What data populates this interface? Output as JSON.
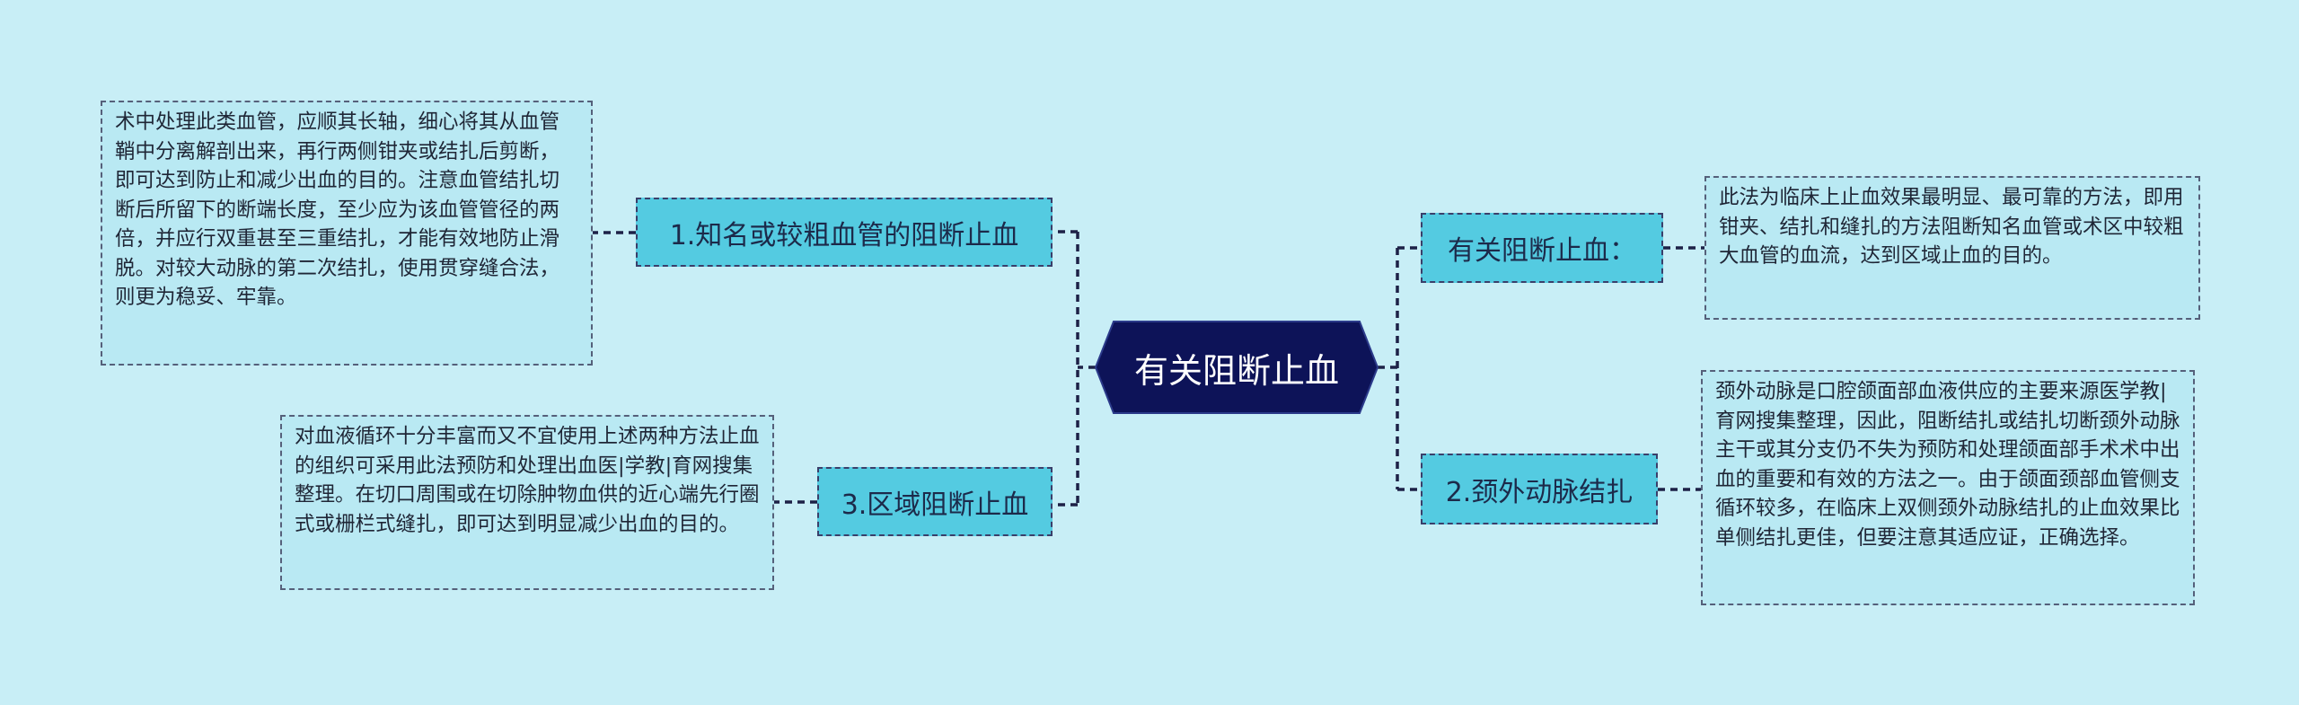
{
  "root": {
    "label": "有关阻断止血"
  },
  "branches": {
    "b1": {
      "label": "1.知名或较粗血管的阻断止血",
      "note": "术中处理此类血管，应顺其长轴，细心将其从血管鞘中分离解剖出来，再行两侧钳夹或结扎后剪断，即可达到防止和减少出血的目的。注意血管结扎切断后所留下的断端长度，至少应为该血管管径的两倍，并应行双重甚至三重结扎，才能有效地防止滑脱。对较大动脉的第二次结扎，使用贯穿缝合法，则更为稳妥、牢靠。"
    },
    "b3": {
      "label": "3.区域阻断止血",
      "note": "对血液循环十分丰富而又不宜使用上述两种方法止血的组织可采用此法预防和处理出血医|学教|育网搜集整理。在切口周围或在切除肿物血供的近心端先行圈式或栅栏式缝扎，即可达到明显减少出血的目的。"
    },
    "r1": {
      "label": "有关阻断止血：",
      "note": "此法为临床上止血效果最明显、最可靠的方法，即用钳夹、结扎和缝扎的方法阻断知名血管或术区中较粗大血管的血流，达到区域止血的目的。"
    },
    "r2": {
      "label": "2.颈外动脉结扎",
      "note": "颈外动脉是口腔颌面部血液供应的主要来源医学教|育网搜集整理，因此，阻断结扎或结扎切断颈外动脉主干或其分支仍不失为预防和处理颌面部手术术中出血的重要和有效的方法之一。由于颌面颈部血管侧支循环较多，在临床上双侧颈外动脉结扎的止血效果比单侧结扎更佳，但要注意其适应证，正确选择。"
    }
  },
  "colors": {
    "background": "#c8eef6",
    "root_fill": "#0d1358",
    "branch_fill": "#54cbe1",
    "note_fill": "#b9e9f3",
    "connector": "#1d2147"
  }
}
